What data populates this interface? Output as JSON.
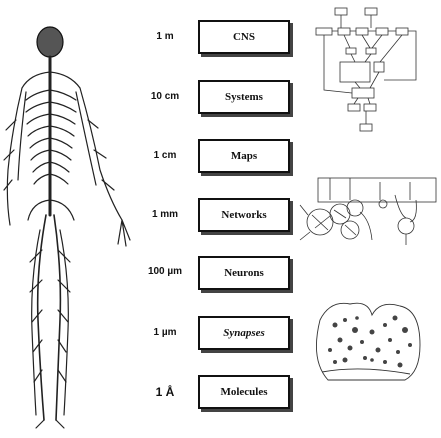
{
  "levels": [
    {
      "scale": "1 m",
      "name": "CNS"
    },
    {
      "scale": "10 cm",
      "name": "Systems"
    },
    {
      "scale": "1 cm",
      "name": "Maps"
    },
    {
      "scale": "1 mm",
      "name": "Networks"
    },
    {
      "scale": "100 µm",
      "name": "Neurons"
    },
    {
      "scale": "1 µm",
      "name": "Synapses"
    },
    {
      "scale": "1 Å",
      "name": "Molecules"
    }
  ],
  "colors": {
    "ink": "#111111",
    "background": "#ffffff"
  }
}
